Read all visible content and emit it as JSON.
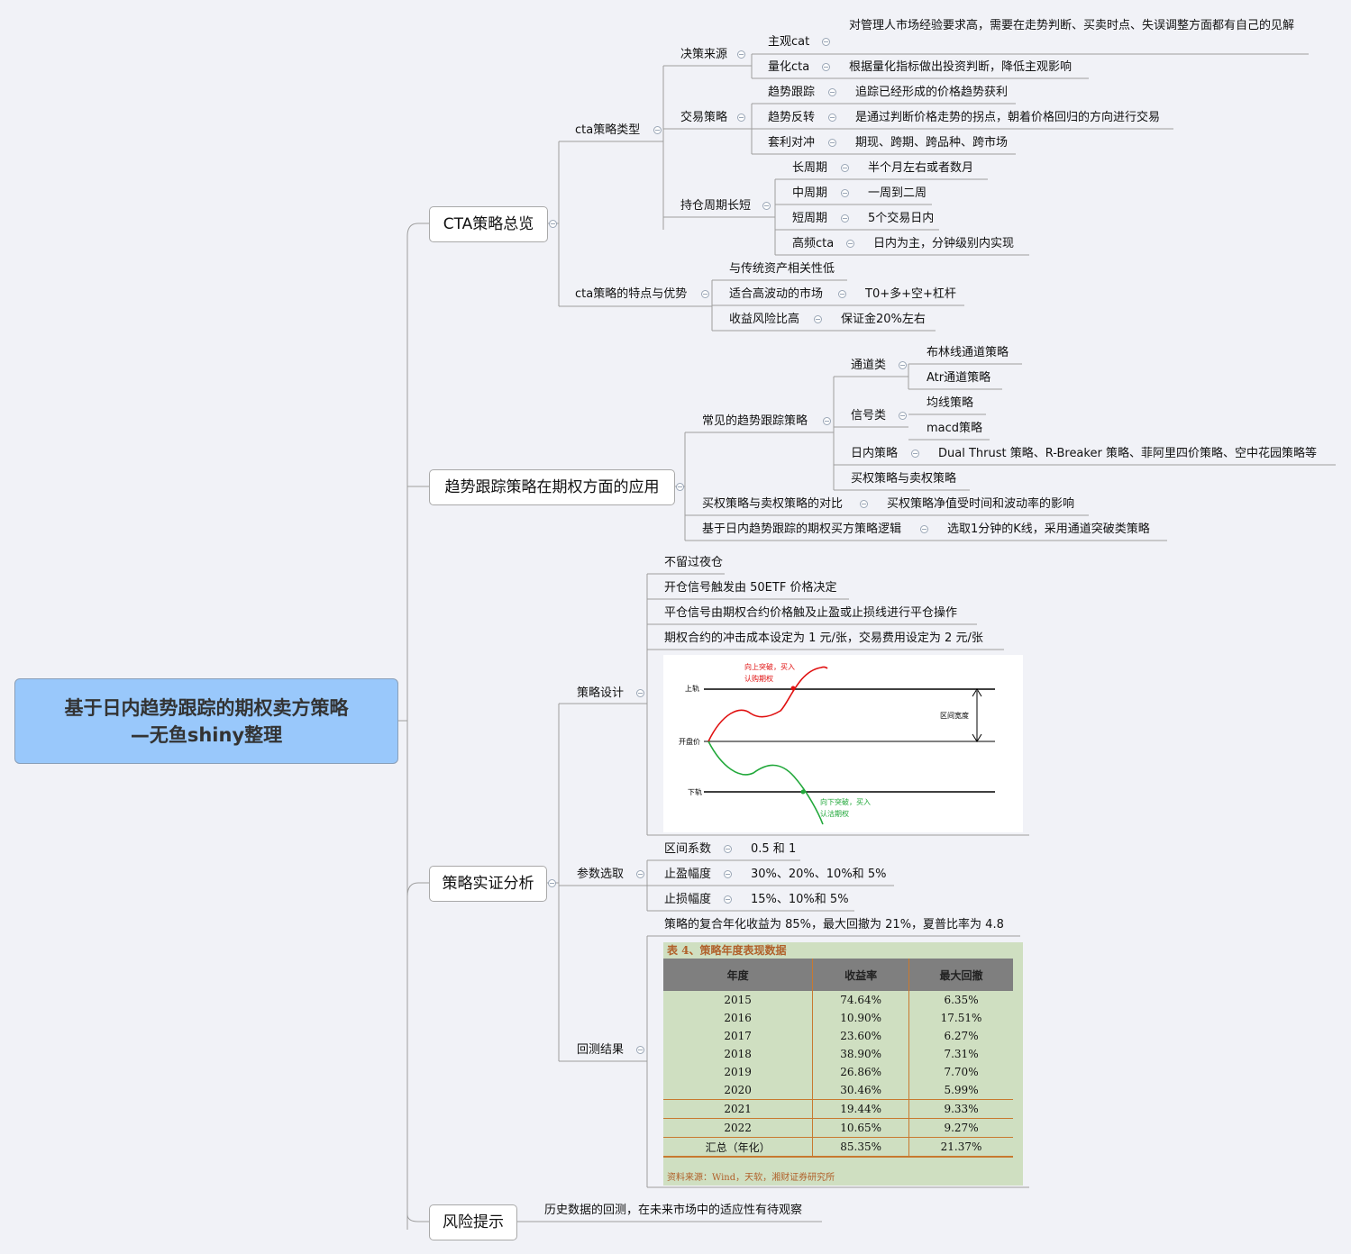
{
  "root": {
    "line1": "基于日内趋势跟踪的期权卖方策略",
    "line2": "—无鱼shiny整理"
  },
  "cta": {
    "title": "CTA策略总览",
    "types": {
      "label": "cta策略类型",
      "decision": {
        "label": "决策来源",
        "subjective": {
          "label": "主观cat",
          "desc": "对管理人市场经验要求高，需要在走势判断、买卖时点、失误调整方面都有自己的见解"
        },
        "quant": {
          "label": "量化cta",
          "desc": "根据量化指标做出投资判断，降低主观影响"
        }
      },
      "trading": {
        "label": "交易策略",
        "trend": {
          "label": "趋势跟踪",
          "desc": "追踪已经形成的价格趋势获利"
        },
        "reversal": {
          "label": "趋势反转",
          "desc": "是通过判断价格走势的拐点，朝着价格回归的方向进行交易"
        },
        "arb": {
          "label": "套利对冲",
          "desc": "期现、跨期、跨品种、跨市场"
        }
      },
      "holding": {
        "label": "持仓周期长短",
        "long": {
          "label": "长周期",
          "desc": "半个月左右或者数月"
        },
        "mid": {
          "label": "中周期",
          "desc": "一周到二周"
        },
        "short": {
          "label": "短周期",
          "desc": "5个交易日内"
        },
        "hf": {
          "label": "高频cta",
          "desc": "日内为主，分钟级别内实现"
        }
      }
    },
    "features": {
      "label": "cta策略的特点与优势",
      "low_corr": "与传统资产相关性低",
      "volatile": {
        "label": "适合高波动的市场",
        "desc": "T0+多+空+杠杆"
      },
      "ratio": {
        "label": "收益风险比高",
        "desc": "保证金20%左右"
      }
    }
  },
  "trend": {
    "title": "趋势跟踪策略在期权方面的应用",
    "common": {
      "label": "常见的趋势跟踪策略",
      "channel": {
        "label": "通道类",
        "item1": "布林线通道策略",
        "item2": "Atr通道策略"
      },
      "signal": {
        "label": "信号类",
        "item1": "均线策略",
        "item2": "macd策略"
      },
      "intraday": {
        "label": "日内策略",
        "desc": "Dual Thrust 策略、R-Breaker 策略、菲阿里四价策略、空中花园策略等"
      },
      "buysell": "买权策略与卖权策略"
    },
    "compare": {
      "label": "买权策略与卖权策略的对比",
      "desc": "买权策略净值受时间和波动率的影响"
    },
    "logic": {
      "label": "基于日内趋势跟踪的期权买方策略逻辑",
      "desc": "选取1分钟的K线，采用通道突破类策略"
    }
  },
  "analysis": {
    "title": "策略实证分析",
    "design": {
      "label": "策略设计",
      "items": [
        "不留过夜仓",
        "开仓信号触发由 50ETF 价格决定",
        "平仓信号由期权合约价格触及止盈或止损线进行平仓操作",
        "期权合约的冲击成本设定为 1 元/张，交易费用设定为 2 元/张"
      ],
      "chart": {
        "upper": "上轨",
        "open": "开盘价",
        "lower": "下轨",
        "width": "区间宽度",
        "up_note1": "向上突破，买入",
        "up_note2": "认购期权",
        "down_note1": "向下突破，买入",
        "down_note2": "认沽期权"
      }
    },
    "params": {
      "label": "参数选取",
      "range": {
        "label": "区间系数",
        "value": "0.5 和 1"
      },
      "tp": {
        "label": "止盈幅度",
        "value": "30%、20%、10%和 5%"
      },
      "sl": {
        "label": "止损幅度",
        "value": "15%、10%和 5%"
      }
    },
    "result": {
      "label": "回测结果",
      "summary": "策略的复合年化收益为 85%，最大回撤为 21%，夏普比率为 4.8",
      "table": {
        "caption": "表 4、策略年度表现数据",
        "headers": [
          "年度",
          "收益率",
          "最大回撤"
        ],
        "rows": [
          [
            "2015",
            "74.64%",
            "6.35%"
          ],
          [
            "2016",
            "10.90%",
            "17.51%"
          ],
          [
            "2017",
            "23.60%",
            "6.27%"
          ],
          [
            "2018",
            "38.90%",
            "7.31%"
          ],
          [
            "2019",
            "26.86%",
            "7.70%"
          ],
          [
            "2020",
            "30.46%",
            "5.99%"
          ],
          [
            "2021",
            "19.44%",
            "9.33%"
          ],
          [
            "2022",
            "10.65%",
            "9.27%"
          ],
          [
            "汇总（年化）",
            "85.35%",
            "21.37%"
          ]
        ],
        "source": "资料来源：Wind，天软，湘财证券研究所"
      }
    }
  },
  "risk": {
    "title": "风险提示",
    "desc": "历史数据的回测，在未来市场中的适应性有待观察"
  },
  "colors": {
    "root_bg": "#99c8fb",
    "canvas_bg": "#f1f2f7",
    "line": "#9e9e9e",
    "table_bg": "#cfdfc1",
    "table_header": "#7f7f7f",
    "table_border": "#c8792f"
  }
}
